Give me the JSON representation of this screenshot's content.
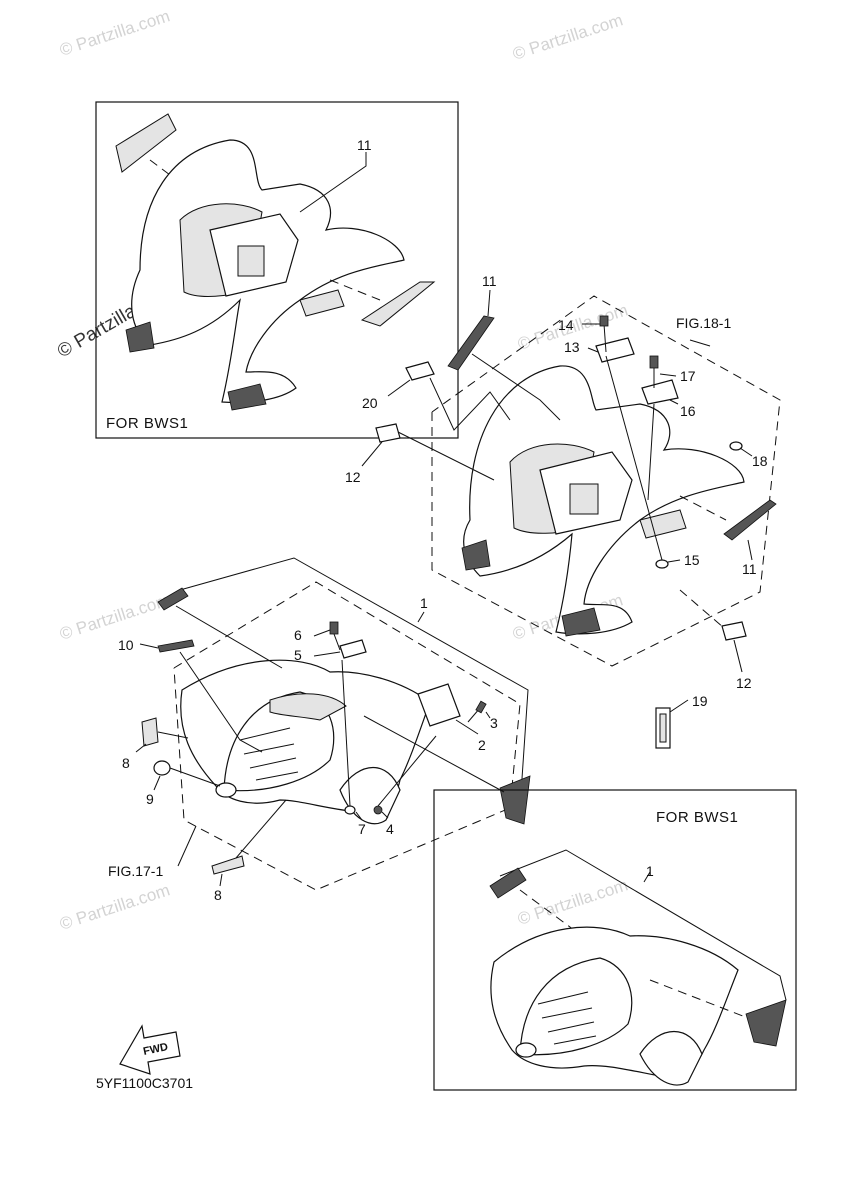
{
  "watermark": {
    "text": "© Partzilla.com",
    "color": "#cfcfcf"
  },
  "insets": {
    "rear_title": "FOR  BWS1",
    "front_title": "FOR  BWS1"
  },
  "figure_refs": {
    "rear": "FIG.18-1",
    "front": "FIG.17-1"
  },
  "fwd_label": "FWD",
  "diagram_code": "5YF1100C3701",
  "callouts": {
    "c1": "1",
    "c2": "2",
    "c3": "3",
    "c4": "4",
    "c5": "5",
    "c6": "6",
    "c7": "7",
    "c8": "8",
    "c9": "9",
    "c10": "10",
    "c11": "11",
    "c12": "12",
    "c13": "13",
    "c14": "14",
    "c15": "15",
    "c16": "16",
    "c17": "17",
    "c18": "18",
    "c19": "19",
    "c20": "20"
  }
}
